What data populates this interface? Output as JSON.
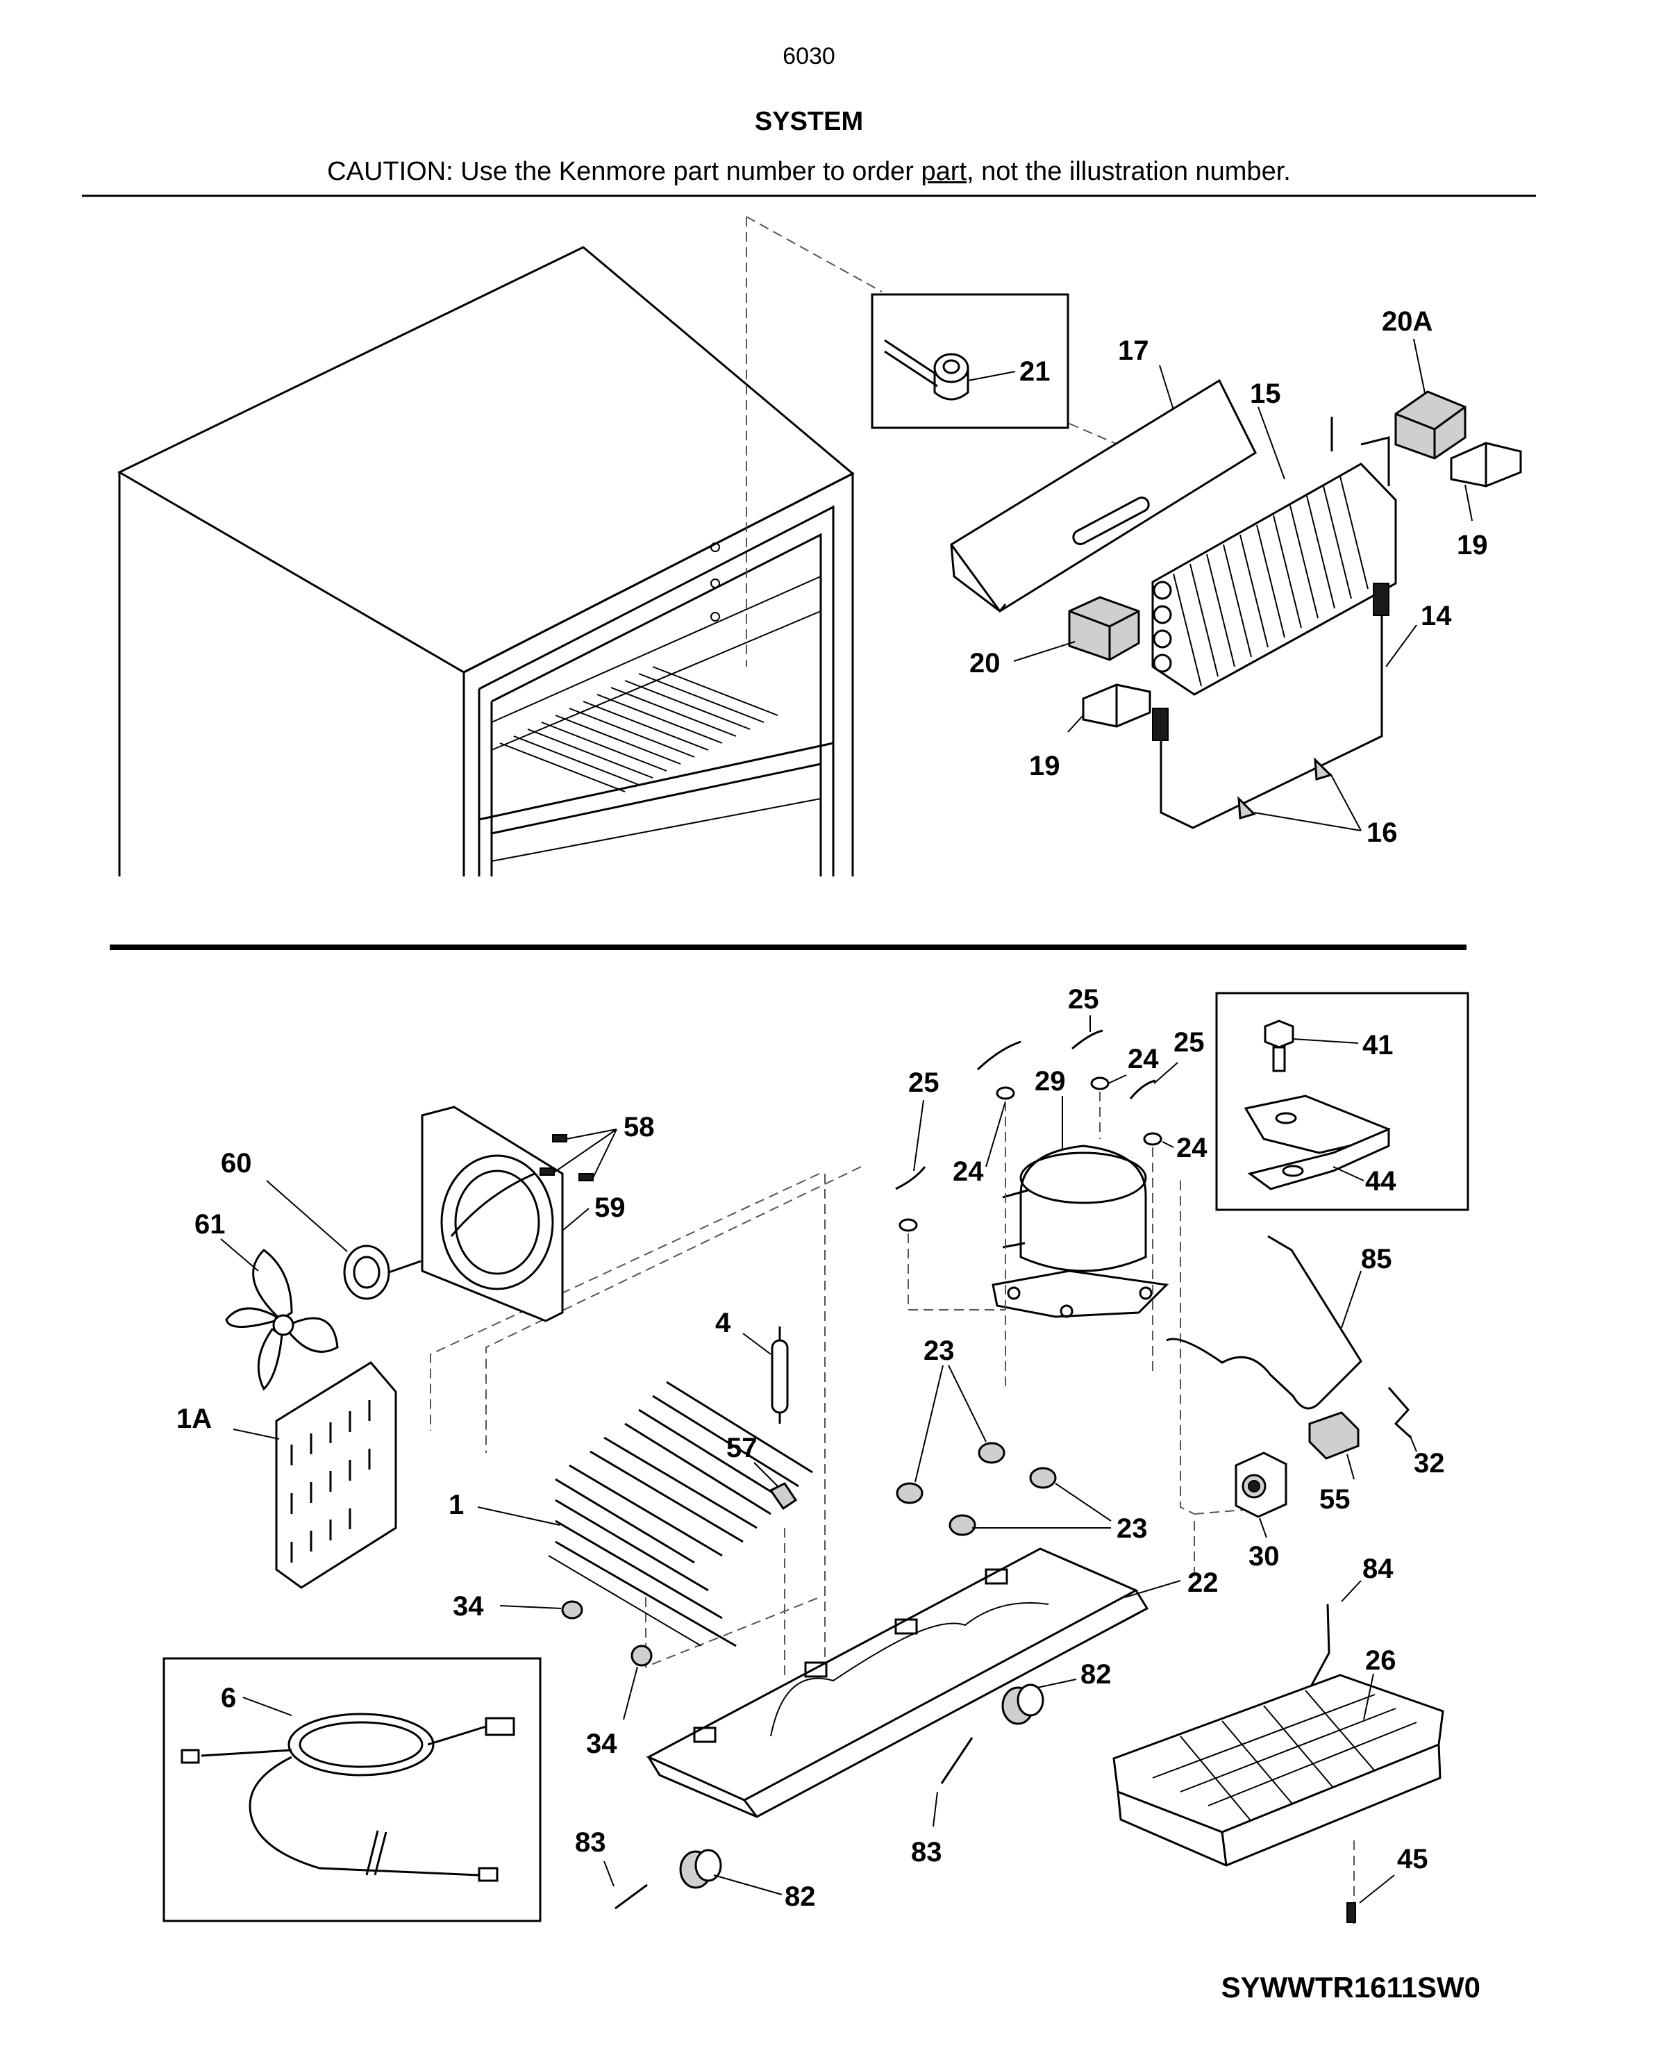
{
  "page": {
    "number": "6030",
    "title": "SYSTEM",
    "caution_before": "CAUTION: Use the Kenmore part number to order ",
    "caution_link": "part",
    "caution_after": ", not the illustration number.",
    "diagram_code": "SYWWTR1611SW0"
  },
  "callouts": {
    "c21": "21",
    "c17": "17",
    "c20A": "20A",
    "c15": "15",
    "c19a": "19",
    "c14": "14",
    "c20": "20",
    "c19b": "19",
    "c16": "16",
    "c25a": "25",
    "c25b": "25",
    "c25c": "25",
    "c24a": "24",
    "c24b": "24",
    "c24c": "24",
    "c29": "29",
    "c41": "41",
    "c44": "44",
    "c58": "58",
    "c60": "60",
    "c59": "59",
    "c61": "61",
    "c4": "4",
    "c85": "85",
    "c23a": "23",
    "c23b": "23",
    "c1A": "1A",
    "c57": "57",
    "c32": "32",
    "c1": "1",
    "c55": "55",
    "c30": "30",
    "c34a": "34",
    "c22": "22",
    "c84": "84",
    "c6": "6",
    "c26": "26",
    "c34b": "34",
    "c82a": "82",
    "c83a": "83",
    "c83b": "83",
    "c45": "45",
    "c82b": "82"
  }
}
